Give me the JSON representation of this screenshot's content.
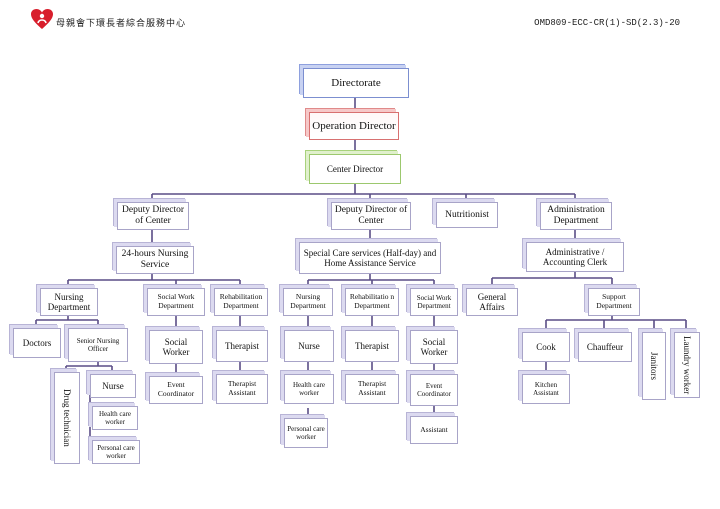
{
  "header": {
    "org_name": "母親會下環長者綜合服務中心",
    "doc_code": "OMD809-ECC-CR(1)-SD(2.3)-20"
  },
  "nodes": {
    "directorate": "Directorate",
    "operation_director": "Operation Director",
    "center_director": "Center Director",
    "deputy_director_left": "Deputy Director of Center",
    "deputy_director_mid": "Deputy Director of Center",
    "nutritionist": "Nutritionist",
    "administration_department": "Administration Department",
    "nursing_service_24h": "24-hours Nursing Service",
    "special_care_services": "Special Care services (Half-day) and Home Assistance Service",
    "administrative_accounting_clerk": "Administrative / Accounting Clerk",
    "nursing_department_left": "Nursing Department",
    "social_work_department_left": "Social Work Department",
    "rehabilitation_department_left": "Rehabilitation Department",
    "nursing_department_mid": "Nursing Department",
    "rehabilitation_department_mid": "Rehabilitatio n Department",
    "social_work_department_mid": "Social Work Department",
    "general_affairs": "General Affairs",
    "support_department": "Support Department",
    "doctors": "Doctors",
    "senior_nursing_officer": "Senior Nursing Officer",
    "drug_technician": "Drug technician",
    "nurse_left": "Nurse",
    "health_care_worker_left": "Health care worker",
    "personal_care_worker_left": "Personal care worker",
    "social_worker_left": "Social Worker",
    "event_coordinator_left": "Event Coordinator",
    "therapist_left": "Therapist",
    "therapist_assistant_left": "Therapist Assistant",
    "nurse_mid": "Nurse",
    "health_care_worker_mid": "Health care worker",
    "personal_care_worker_mid": "Personal care worker",
    "therapist_mid": "Therapist",
    "therapist_assistant_mid": "Therapist Assistant",
    "social_worker_mid": "Social Worker",
    "event_coordinator_mid": "Event Coordinator",
    "assistant": "Assistant",
    "cook": "Cook",
    "kitchen_assistant": "Kitchen Assistant",
    "chauffeur": "Chauffeur",
    "janitors": "Janitors",
    "laundry_worker": "Laundry worker"
  },
  "colors": {
    "connector": "#5a4d86",
    "logo": "#d81e2c",
    "box_border": "#a8a4c8"
  }
}
